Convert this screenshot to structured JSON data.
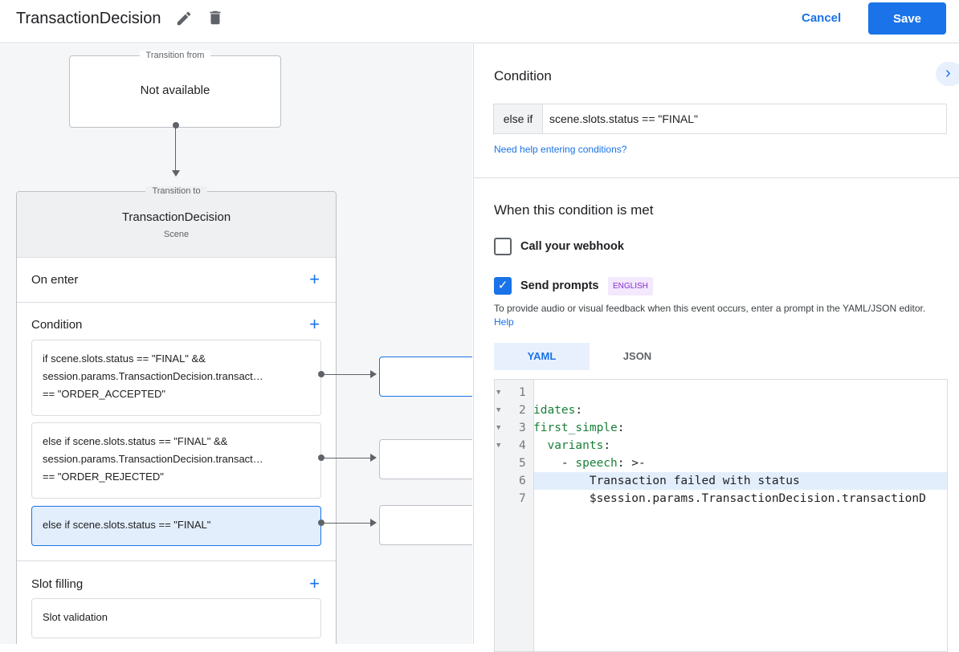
{
  "header": {
    "title": "TransactionDecision",
    "cancel": "Cancel",
    "save": "Save"
  },
  "canvas": {
    "from": {
      "legend": "Transition from",
      "text": "Not available"
    },
    "to": {
      "legend": "Transition to",
      "name": "TransactionDecision",
      "type": "Scene"
    },
    "on_enter": "On enter",
    "condition": "Condition",
    "conditions": [
      {
        "line1": "if scene.slots.status == \"FINAL\" &&",
        "line2": "session.params.TransactionDecision.transact…",
        "line3": "== \"ORDER_ACCEPTED\""
      },
      {
        "line1": "else if scene.slots.status == \"FINAL\" &&",
        "line2": "session.params.TransactionDecision.transact…",
        "line3": "== \"ORDER_REJECTED\""
      },
      {
        "line1": "else if scene.slots.status == \"FINAL\""
      }
    ],
    "slot_filling": "Slot filling",
    "slot_validation": "Slot validation"
  },
  "panel": {
    "condition_title": "Condition",
    "prefix": "else if",
    "condition_value": "scene.slots.status == \"FINAL\"",
    "help_link": "Need help entering conditions?",
    "met_title": "When this condition is met",
    "webhook": {
      "label": "Call your webhook",
      "checked": false
    },
    "prompts": {
      "label": "Send prompts",
      "checked": true,
      "badge": "ENGLISH"
    },
    "desc": "To provide audio or visual feedback when this event occurs, enter a prompt in the YAML/JSON editor.",
    "desc_help": "Help",
    "tabs": [
      "YAML",
      "JSON"
    ],
    "active_tab": "YAML",
    "code": {
      "n": [
        "1",
        "2",
        "3",
        "4",
        "5",
        "6",
        "7"
      ],
      "l1k": "idates",
      "l2k": "first_simple",
      "l3k": "variants",
      "l4k": "speech",
      "l4v": ">-",
      "l5": "Transaction failed with status",
      "l6": "$session.params.TransactionDecision.transactionD"
    }
  },
  "colors": {
    "accent": "#1a73e8",
    "selected": "#e3eefc",
    "badge": "#f3e8fd"
  }
}
